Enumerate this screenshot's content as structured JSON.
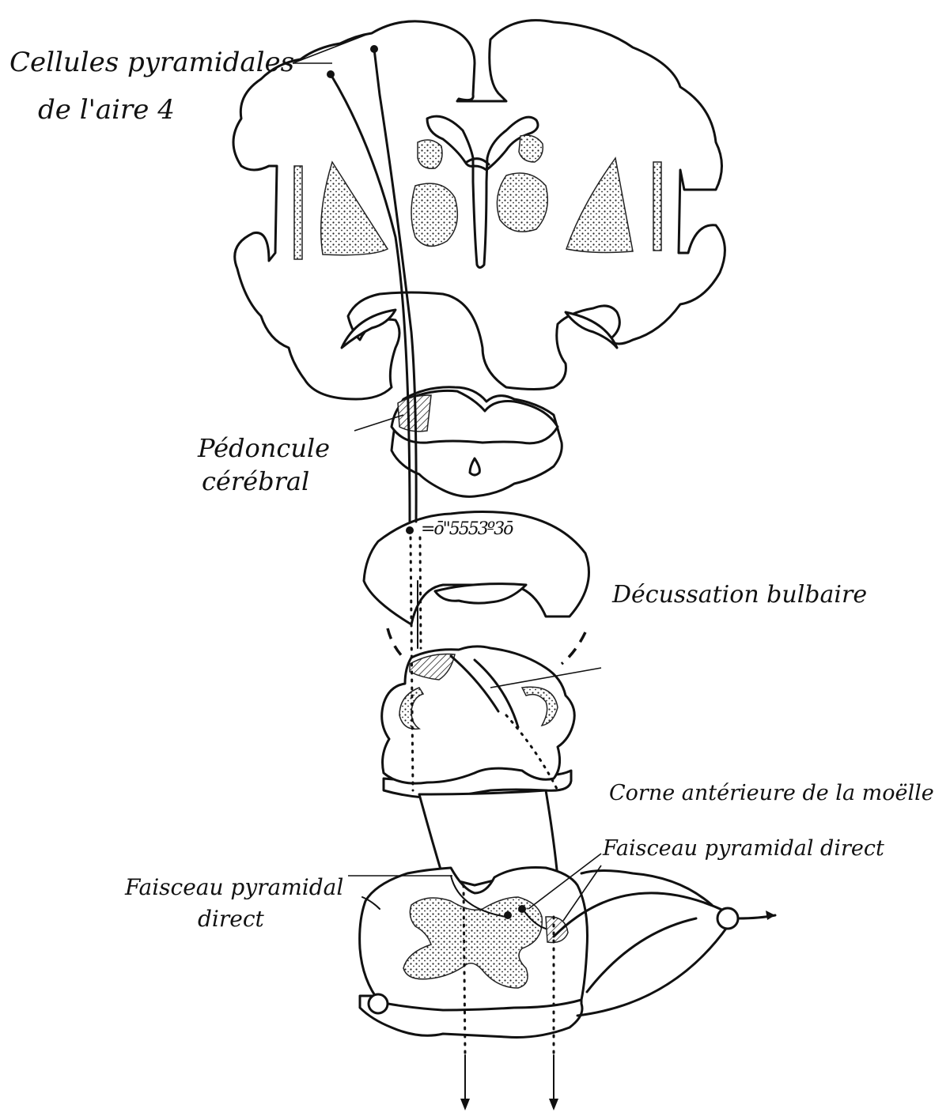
{
  "labels": {
    "cellules_line1": "Cellules pyramidales",
    "cellules_line2": "de l'aire 4",
    "pedoncule_line1": "Pédoncule",
    "pedoncule_line2": "cérébral",
    "decussation": "Décussation bulbaire",
    "corne": "Corne antérieure de la moëlle",
    "faisceau_right": "Faisceau pyramidal direct",
    "faisceau_left_line1": "Faisceau pyramidal",
    "faisceau_left_line2": "direct"
  }
}
